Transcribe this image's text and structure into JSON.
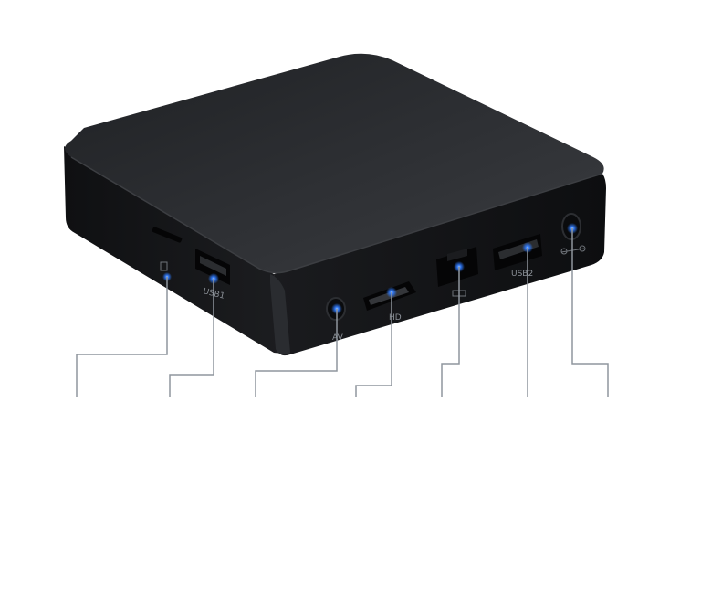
{
  "ports": {
    "usb1": {
      "label": "USB1"
    },
    "av": {
      "label": "AV"
    },
    "hdmi": {
      "label": "HD"
    },
    "usb2": {
      "label": "USB2"
    }
  },
  "colors": {
    "accent_glow": "#2f7bff",
    "callout_line": "#8f969d",
    "box_top": "#2b2d30",
    "box_side": "#141517"
  },
  "icons": {
    "tf_card": "sd-card-icon",
    "lan": "network-icon",
    "dc_power": "dc-power-icon"
  }
}
